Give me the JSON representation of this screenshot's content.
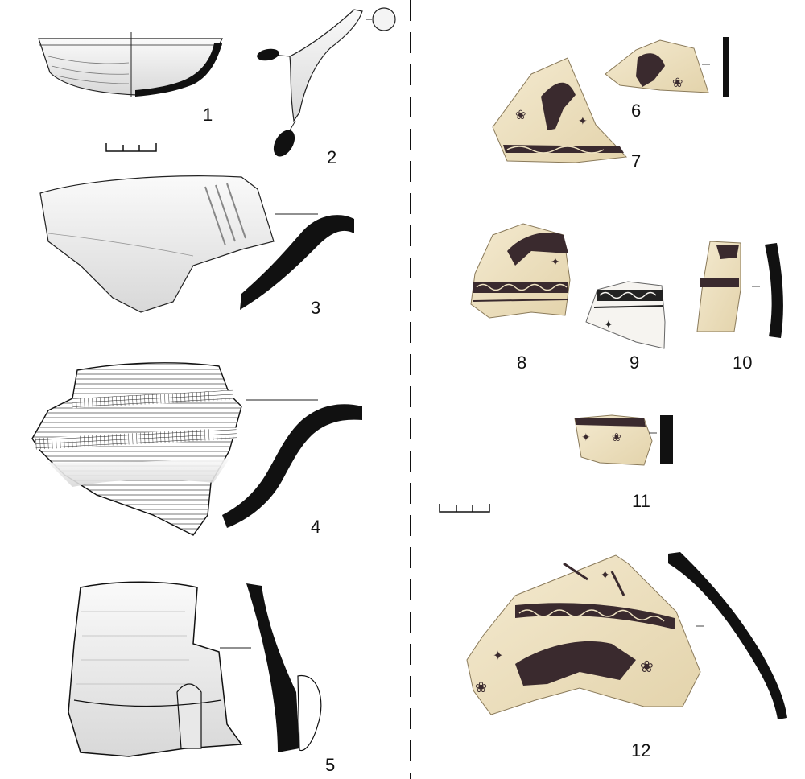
{
  "figure_numbers": [
    "1",
    "2",
    "3",
    "4",
    "5",
    "6",
    "7",
    "8",
    "9",
    "10",
    "11",
    "12"
  ],
  "colors": {
    "ink": "#111111",
    "drawing_fill": "#f1f1f1",
    "clay": "#efe3c2",
    "clay_dark": "#d9c79d",
    "paint": "#3a2a2e"
  },
  "scale_bars": {
    "count": 2,
    "divisions": 3
  }
}
